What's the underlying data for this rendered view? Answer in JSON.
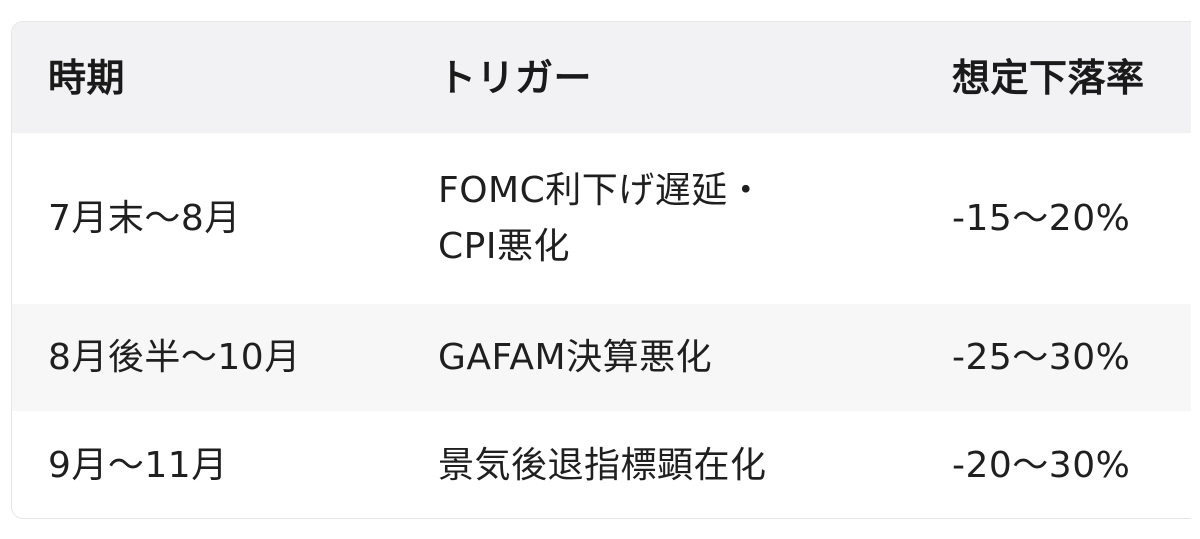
{
  "table": {
    "headers": [
      "時期",
      "トリガー",
      "想定下落率"
    ],
    "rows": [
      {
        "period": "7月末〜8月",
        "trigger_line1": "FOMC利下げ遅延・",
        "trigger_line2": "CPI悪化",
        "decline": "-15〜20%"
      },
      {
        "period": "8月後半〜10月",
        "trigger": "GAFAM決算悪化",
        "decline": "-25〜30%"
      },
      {
        "period": "9月〜11月",
        "trigger": "景気後退指標顕在化",
        "decline": "-20〜30%"
      }
    ]
  }
}
